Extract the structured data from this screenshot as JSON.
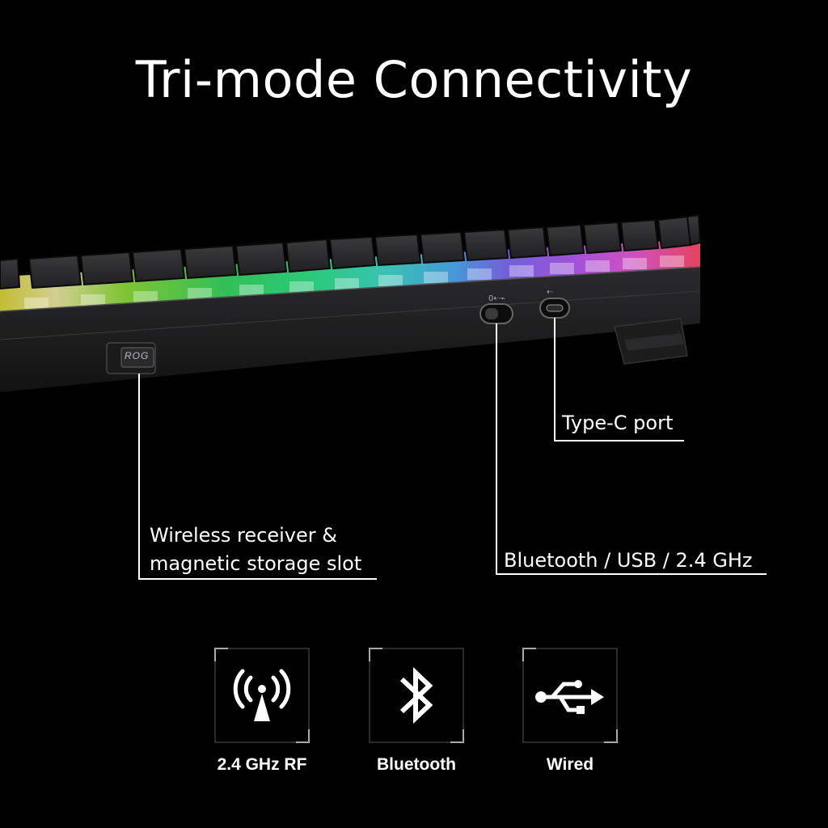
{
  "title": "Tri-mode Connectivity",
  "device": {
    "logo_text": "ROG"
  },
  "callouts": {
    "type_c": "Type-C port",
    "mode_switch": "Bluetooth / USB / 2.4 GHz",
    "receiver_line1": "Wireless receiver &",
    "receiver_line2": "magnetic storage slot"
  },
  "modes": [
    {
      "label": "2.4 GHz RF",
      "icon": "wireless-antenna-icon"
    },
    {
      "label": "Bluetooth",
      "icon": "bluetooth-icon"
    },
    {
      "label": "Wired",
      "icon": "usb-icon"
    }
  ],
  "colors": {
    "background": "#000000",
    "text": "#ffffff",
    "line": "#ffffff"
  }
}
